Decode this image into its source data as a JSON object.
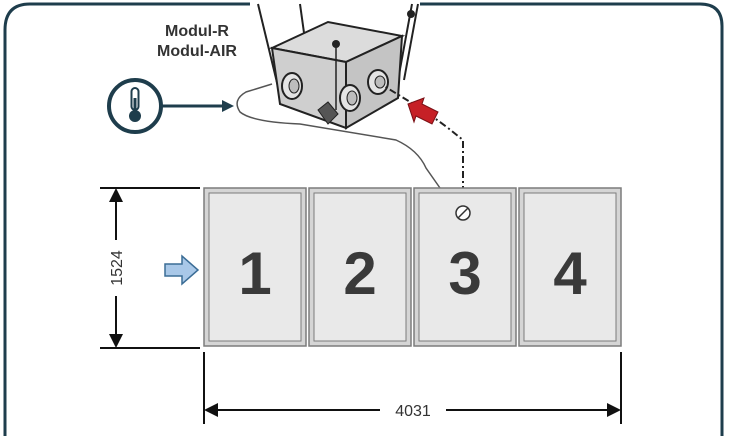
{
  "device": {
    "label_line1": "Modul-R",
    "label_line2": "Modul-AIR"
  },
  "panels": [
    {
      "number": "1"
    },
    {
      "number": "2"
    },
    {
      "number": "3",
      "has_outlet": true
    },
    {
      "number": "4"
    }
  ],
  "dimensions": {
    "height": "1524",
    "width": "4031"
  },
  "icons": {
    "sensor": "thermometer-icon",
    "airflow_in": "inlet-arrow-icon",
    "flow_direction": "red-flow-arrow-icon"
  },
  "colors": {
    "frame": "#1e3d4c",
    "panel_fill": "#e9e9e9",
    "panel_border": "#7c7c7c",
    "number": "#3a3a3a",
    "inlet_arrow": "#a9c8e8",
    "flow_arrow": "#c62026"
  }
}
